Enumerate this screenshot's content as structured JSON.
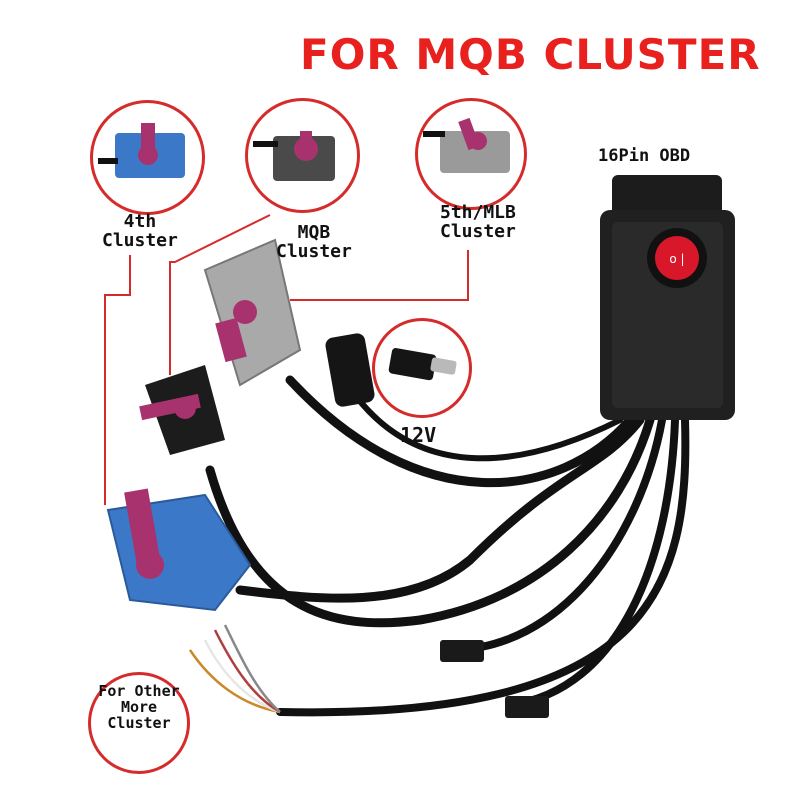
{
  "title": "FOR MQB CLUSTER",
  "colors": {
    "accent": "#e8201e",
    "callout_border": "#d62b2b",
    "connector_blue": "#3c78c8",
    "connector_gray": "#9a9a9a",
    "latch_purple": "#a8326e",
    "cable": "#111111",
    "switch_red": "#d8182a"
  },
  "labels": {
    "obd": "16Pin OBD",
    "cluster_4th_line1": "4th",
    "cluster_4th_line2": "Cluster",
    "mqb_line1": "MQB",
    "mqb_line2": "Cluster",
    "mlb_line1": "5th/MLB",
    "mlb_line2": "Cluster",
    "power": "12V",
    "other_line1": "For Other",
    "other_line2": "More",
    "other_line3": "Cluster"
  }
}
